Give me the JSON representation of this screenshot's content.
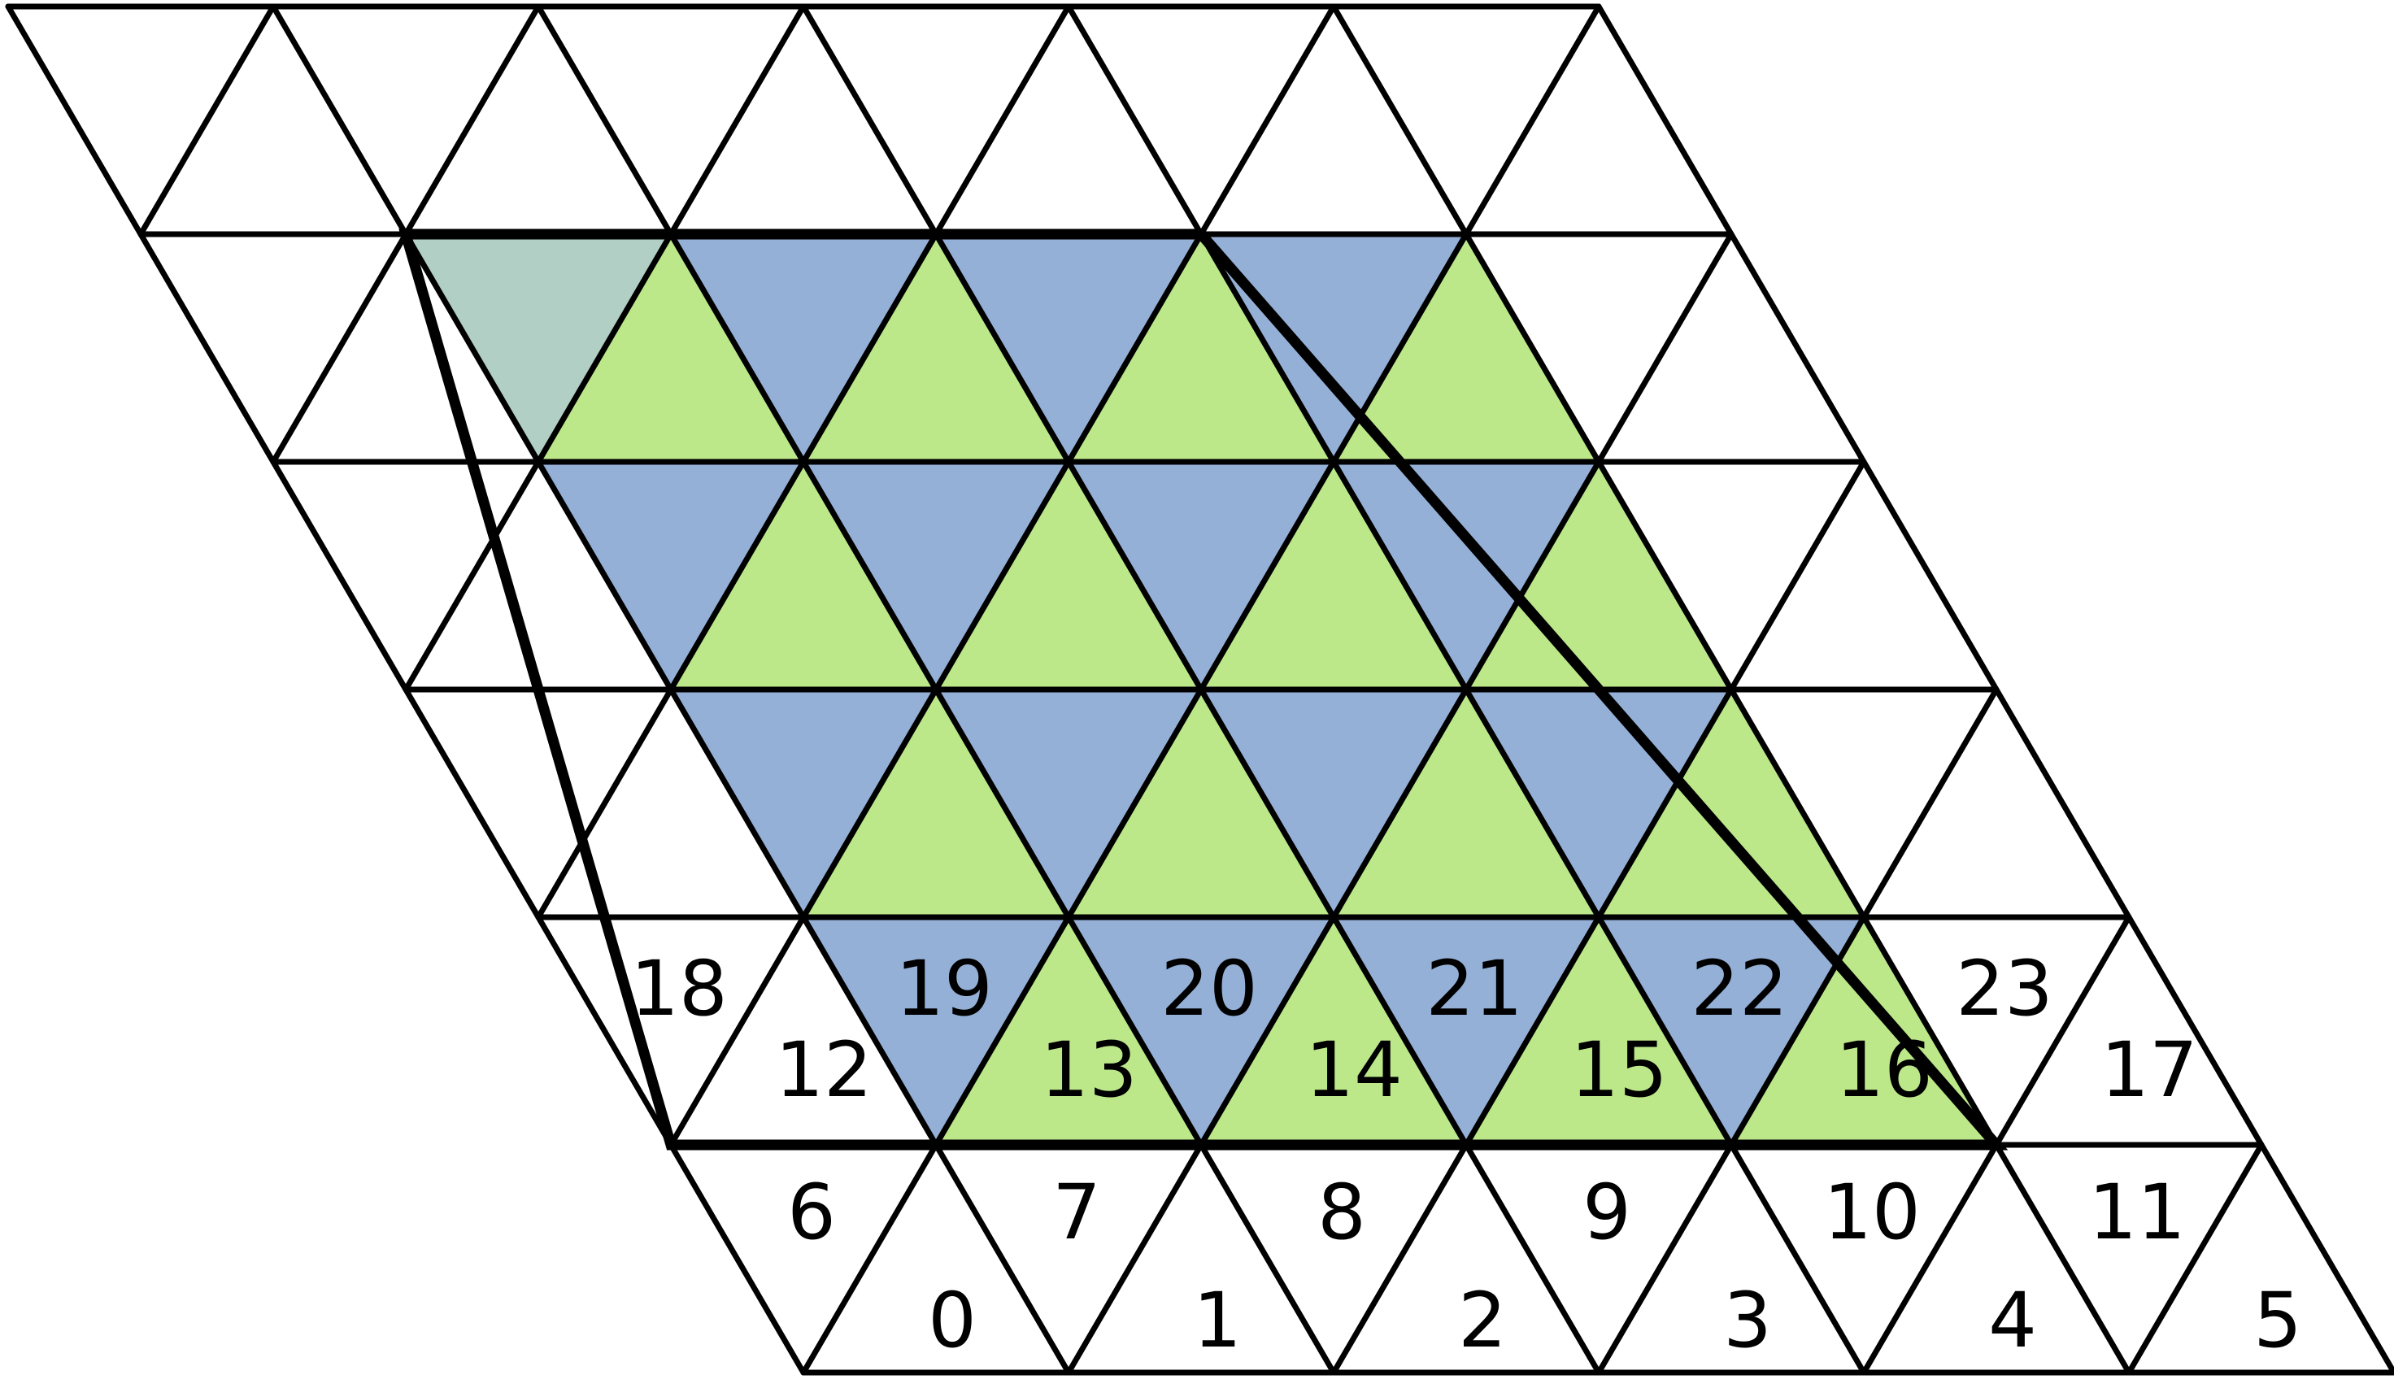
{
  "colors": {
    "background": "#ffffff",
    "line": "#000000",
    "green": "#bce88a",
    "blue": "#94b0d7",
    "teal": "#b1cfc4"
  },
  "grid": {
    "rows": 6,
    "triangles_per_row": 12
  },
  "highlight": {
    "outline_color": "#000000",
    "rows": [
      {
        "row": 1,
        "cells": [
          {
            "index": 2,
            "color": "teal"
          },
          {
            "index": 3,
            "color": "green"
          },
          {
            "index": 4,
            "color": "blue"
          },
          {
            "index": 5,
            "color": "green"
          },
          {
            "index": 6,
            "color": "blue"
          },
          {
            "index": 7,
            "color": "green"
          },
          {
            "index": 8,
            "color": "blue"
          },
          {
            "index": 9,
            "color": "green"
          }
        ]
      },
      {
        "row": 2,
        "cells": [
          {
            "index": 2,
            "color": "blue"
          },
          {
            "index": 3,
            "color": "green"
          },
          {
            "index": 4,
            "color": "blue"
          },
          {
            "index": 5,
            "color": "green"
          },
          {
            "index": 6,
            "color": "blue"
          },
          {
            "index": 7,
            "color": "green"
          },
          {
            "index": 8,
            "color": "blue"
          },
          {
            "index": 9,
            "color": "green"
          }
        ]
      },
      {
        "row": 3,
        "cells": [
          {
            "index": 2,
            "color": "blue"
          },
          {
            "index": 3,
            "color": "green"
          },
          {
            "index": 4,
            "color": "blue"
          },
          {
            "index": 5,
            "color": "green"
          },
          {
            "index": 6,
            "color": "blue"
          },
          {
            "index": 7,
            "color": "green"
          },
          {
            "index": 8,
            "color": "blue"
          },
          {
            "index": 9,
            "color": "green"
          }
        ]
      },
      {
        "row": 4,
        "cells": [
          {
            "index": 2,
            "color": "blue"
          },
          {
            "index": 3,
            "color": "green"
          },
          {
            "index": 4,
            "color": "blue"
          },
          {
            "index": 5,
            "color": "green"
          },
          {
            "index": 6,
            "color": "blue"
          },
          {
            "index": 7,
            "color": "green"
          },
          {
            "index": 8,
            "color": "blue"
          },
          {
            "index": 9,
            "color": "green"
          }
        ]
      }
    ]
  },
  "labels": {
    "row5_up": [
      "0",
      "1",
      "2",
      "3",
      "4",
      "5"
    ],
    "row5_down": [
      "6",
      "7",
      "8",
      "9",
      "10",
      "11"
    ],
    "row4_up": [
      "12",
      "13",
      "14",
      "15",
      "16",
      "17"
    ],
    "row4_down": [
      "18",
      "19",
      "20",
      "21",
      "22",
      "23"
    ]
  }
}
